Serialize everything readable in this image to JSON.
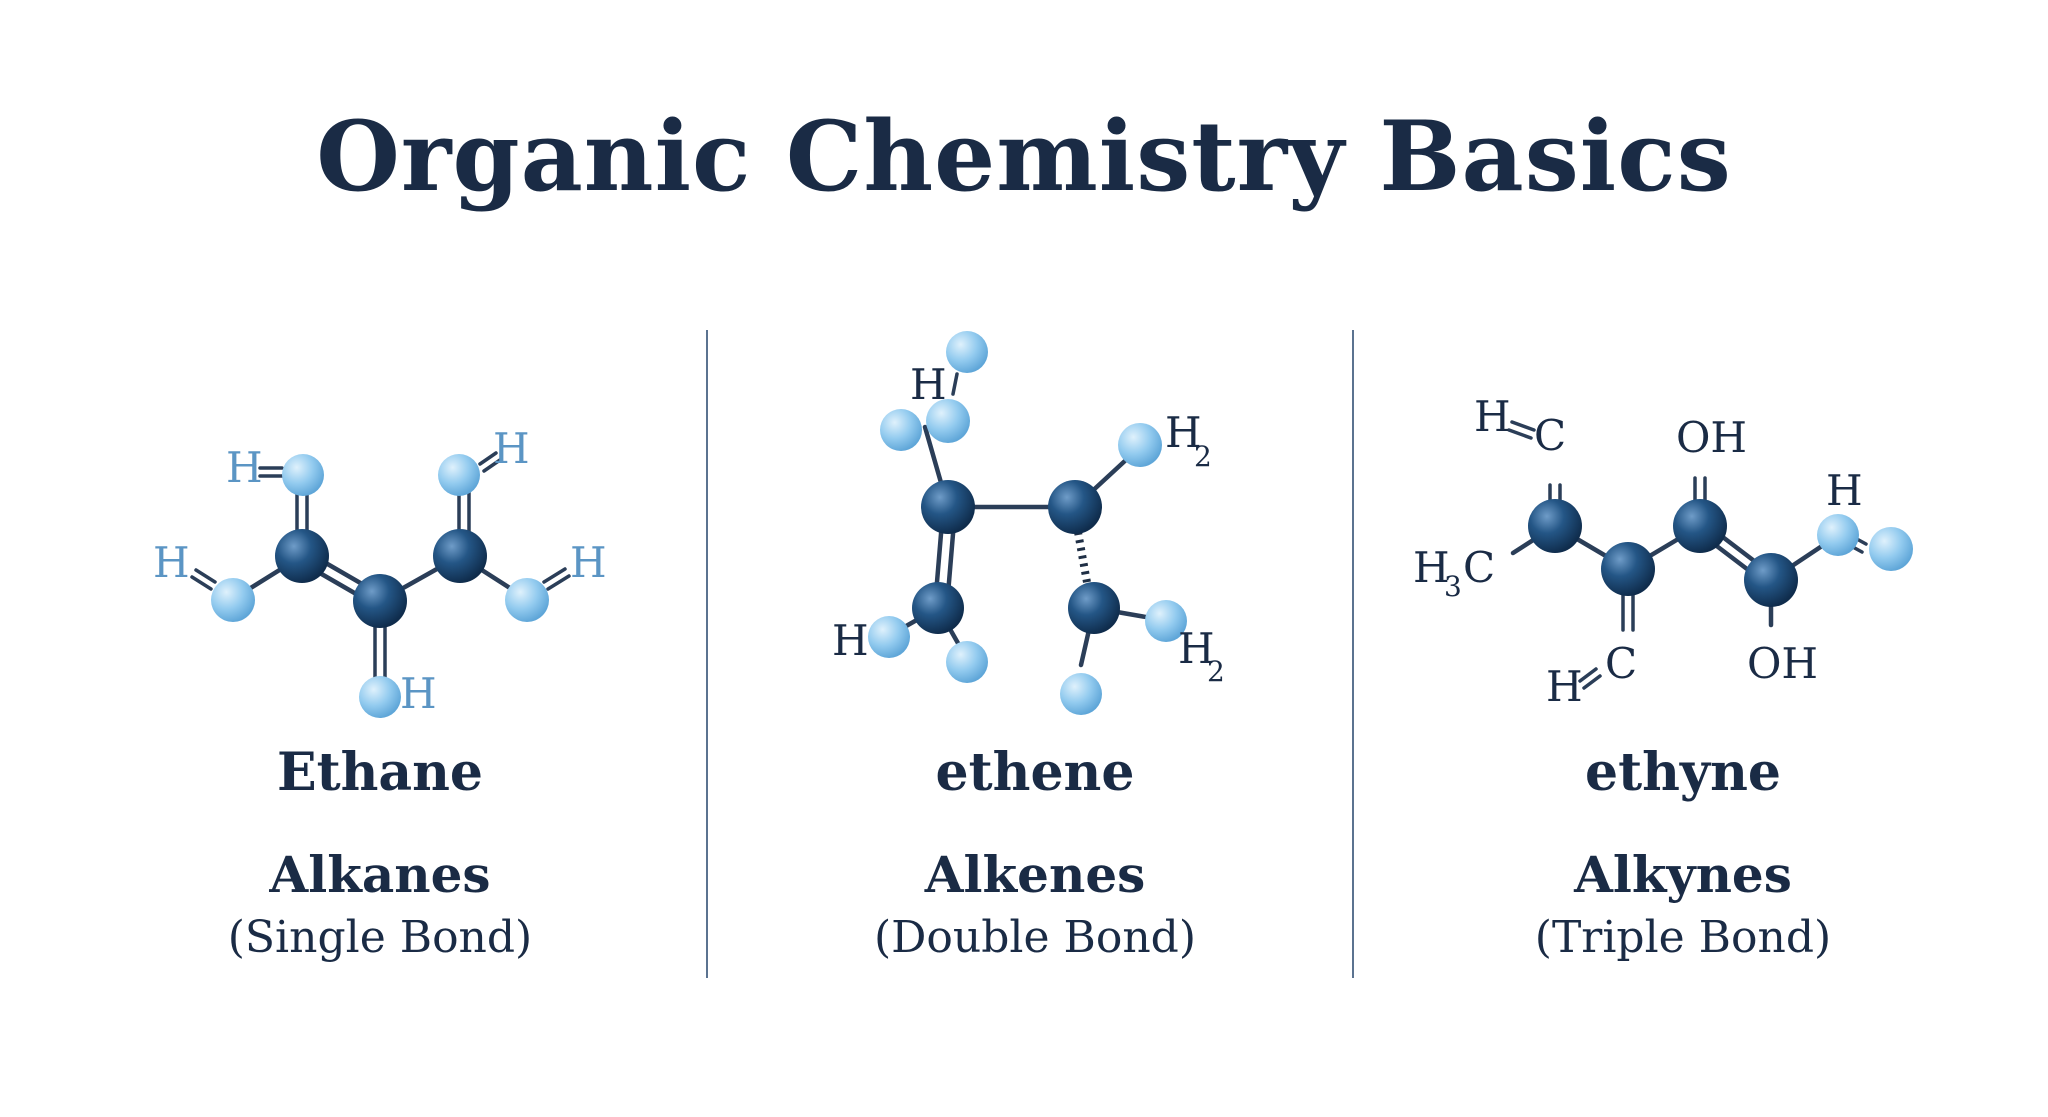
{
  "title": "Organic Chemistry Basics",
  "colors": {
    "title": "#1a2b45",
    "carbon_atom": "#1f4e7a",
    "hydrogen_atom": "#8fc6ec",
    "divider": "#5b7390"
  },
  "panels": [
    {
      "compound": "Ethane",
      "class": "Alkanes",
      "bond_type": "(Single Bond)",
      "atom_labels": [
        "H",
        "H",
        "H",
        "H",
        "H"
      ]
    },
    {
      "compound": "ethene",
      "class": "Alkenes",
      "bond_type": "(Double Bond)",
      "atom_labels": [
        "H",
        "H",
        "2",
        "H",
        "H",
        "2"
      ]
    },
    {
      "compound": "ethyne",
      "class": "Alkynes",
      "bond_type": "(Triple Bond)",
      "atom_labels": [
        "H",
        "C",
        "OH",
        "H",
        "H",
        "3",
        "C",
        "H",
        "C",
        "OH"
      ]
    }
  ]
}
